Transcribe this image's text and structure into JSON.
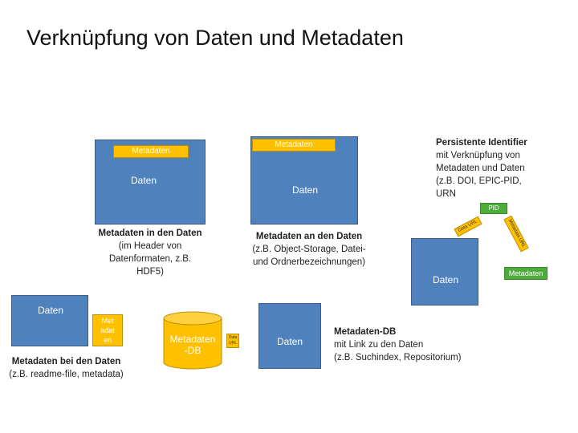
{
  "title": "Verknüpfung von Daten und Metadaten",
  "section1": {
    "meta_label": "Metadaten",
    "data_label": "Daten",
    "caption_bold": "Metadaten in den Daten",
    "caption_lines": [
      "(im Header von",
      "Datenformaten, z.B.",
      "HDF5)"
    ]
  },
  "section2": {
    "meta_label": "Metadaten",
    "data_label": "Daten",
    "caption_bold": "Metadaten an den Daten",
    "caption_lines": [
      "(z.B. Object-Storage, Datei-",
      "und Ordnerbezeichnungen)"
    ]
  },
  "section3": {
    "caption_bold": "Persistente Identifier",
    "caption_lines": [
      "mit Verknüpfung von",
      "Metadaten  und Daten",
      "(z.B. DOI, EPIC-PID,",
      "URN"
    ],
    "pid_label": "PID",
    "data_url_label": "Data URL",
    "meta_url_label": "Metadata URL",
    "data_label": "Daten",
    "meta_label": "Metadaten"
  },
  "section4": {
    "data_label": "Daten",
    "meta_lines": [
      "Met",
      "adat",
      "en"
    ],
    "caption_bold": "Metadaten bei den Daten",
    "caption_lines": [
      "(z.B. readme-file, metadata)"
    ]
  },
  "section5": {
    "db_lines": [
      "Metadaten",
      "-DB"
    ],
    "link_lines": [
      "Data",
      "URL"
    ],
    "data_label": "Daten",
    "caption_bold": "Metadaten-DB",
    "caption_lines": [
      "mit Link zu den Daten",
      "(z.B. Suchindex, Repositorium)"
    ]
  }
}
